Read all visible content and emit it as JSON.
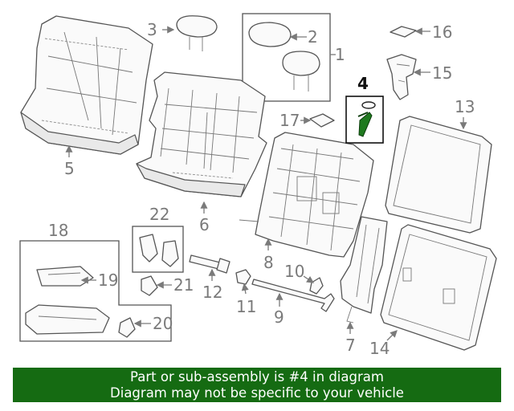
{
  "callouts": {
    "c1": "1",
    "c2": "2",
    "c3": "3",
    "c4": "4",
    "c5": "5",
    "c6": "6",
    "c7": "7",
    "c8": "8",
    "c9": "9",
    "c10": "10",
    "c11": "11",
    "c12": "12",
    "c13": "13",
    "c14": "14",
    "c15": "15",
    "c16": "16",
    "c17": "17",
    "c18": "18",
    "c19": "19",
    "c20": "20",
    "c21": "21",
    "c22": "22"
  },
  "highlighted_part": "4",
  "colors": {
    "banner_bg": "#156b12",
    "banner_text": "#ffffff",
    "highlight_part": "#1f7a1f",
    "line": "#7a7a7a"
  },
  "banner": {
    "line1": "Part or sub-assembly is #4 in diagram",
    "line2": "Diagram may not be specific to your vehicle"
  }
}
